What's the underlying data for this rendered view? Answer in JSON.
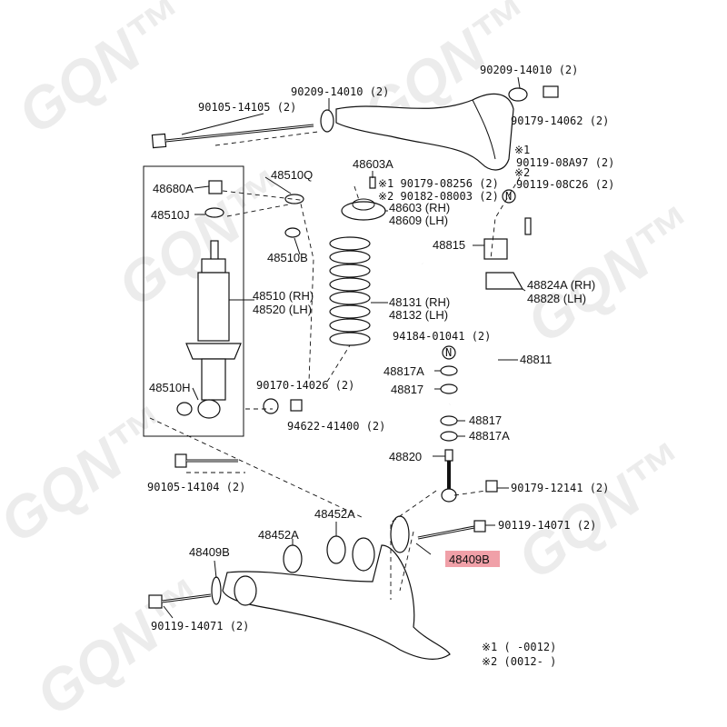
{
  "watermark": "GQN™",
  "labels": {
    "p_90209_14010_top": "90209-14010 (2)",
    "p_90179_14062": "90179-14062 (2)",
    "p_90209_14010_mid": "90209-14010 (2)",
    "p_90105_14105": "90105-14105 (2)",
    "p_48510Q": "48510Q",
    "p_48680A": "48680A",
    "p_48510J": "48510J",
    "p_48510B": "48510B",
    "p_48510_rh": "48510 (RH)",
    "p_48520_lh": "48520 (LH)",
    "p_48510H": "48510H",
    "p_90105_14104": "90105-14104 (2)",
    "p_48603A": "48603A",
    "p_90179_08256": "※1 90179-08256 (2)",
    "p_90182_08003": "※2 90182-08003 (2)",
    "p_48603_rh": "48603 (RH)",
    "p_48609_lh": "48609 (LH)",
    "p_48131_rh": "48131 (RH)",
    "p_48132_lh": "48132 (LH)",
    "p_90170_14026": "90170-14026 (2)",
    "p_94622_41400": "94622-41400 (2)",
    "p_note1": "※1",
    "p_90119_08A97": "90119-08A97 (2)",
    "p_note2": "※2",
    "p_90119_08C26": "90119-08C26 (2)",
    "p_48815": "48815",
    "p_48824A_rh": "48824A (RH)",
    "p_48828_lh": "48828 (LH)",
    "p_94184_01041": "94184-01041 (2)",
    "p_48811": "48811",
    "p_48817A_top": "48817A",
    "p_48817_top": "48817",
    "p_48817_bot": "48817",
    "p_48817A_bot": "48817A",
    "p_48820": "48820",
    "p_90179_12141": "90179-12141 (2)",
    "p_48452A_left": "48452A",
    "p_48452A_right": "48452A",
    "p_48409B_left": "48409B",
    "p_48409B_highlight": "48409B",
    "p_90119_14071_right": "90119-14071 (2)",
    "p_90119_14071_left": "90119-14071 (2)",
    "legend_1": "※1 (       -0012)",
    "legend_2": "※2 (0012-       )",
    "nut_N": "N"
  },
  "colors": {
    "highlight": "#f0a0a8",
    "ink": "#111111"
  }
}
